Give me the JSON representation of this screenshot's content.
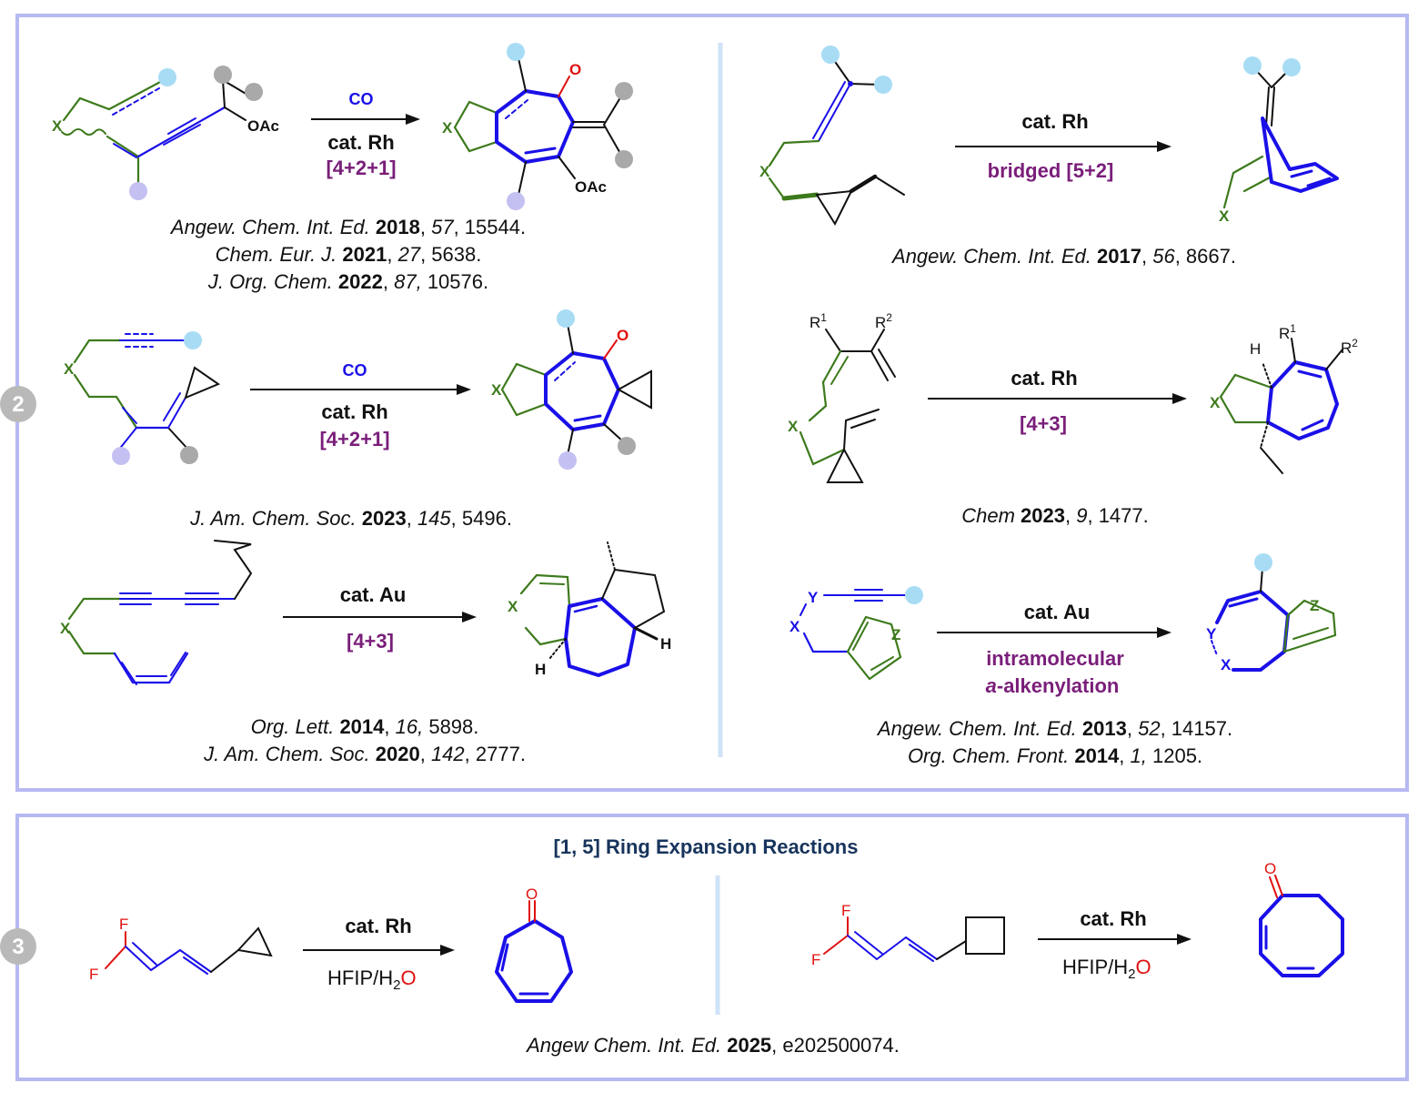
{
  "colors": {
    "frame": "#b7b9f2",
    "divider": "#cfe3f7",
    "green": "#3d7a1c",
    "blue": "#1a10e8",
    "purple": "#7a1e7a",
    "red": "#e01010",
    "navy": "#17345c",
    "dot_cyan": "#a8dcf5",
    "dot_lavender": "#c4c0f2",
    "dot_gray": "#a9a9a9",
    "badge": "#b9b9b9"
  },
  "badges": [
    "2",
    "3"
  ],
  "panel2": {
    "r1": {
      "reagent": "CO",
      "catalyst": "cat. Rh",
      "type": "[4+2+1]",
      "atoms": [
        "X",
        "OAc",
        "X",
        "O",
        "OAc"
      ],
      "refs": [
        [
          "Angew. Chem. Int. Ed. ",
          "2018",
          ", ",
          "57",
          ", 15544."
        ],
        [
          "Chem. Eur. J. ",
          "2021",
          ", ",
          "27",
          ", 5638."
        ],
        [
          "J. Org. Chem. ",
          "2022",
          ", ",
          "87,",
          " 10576."
        ]
      ]
    },
    "r2": {
      "reagent": "CO",
      "catalyst": "cat. Rh",
      "type": "[4+2+1]",
      "atoms": [
        "X",
        "X",
        "O"
      ],
      "refs": [
        [
          "J. Am. Chem. Soc. ",
          "2023",
          ", ",
          "145",
          ", 5496."
        ]
      ]
    },
    "r3": {
      "catalyst": "cat. Au",
      "type": "[4+3]",
      "atoms": [
        "X",
        "X",
        "H",
        "H"
      ],
      "refs": [
        [
          "Org. Lett. ",
          "2014",
          ", ",
          "16,",
          " 5898."
        ],
        [
          "J. Am. Chem. Soc. ",
          "2020",
          ", ",
          "142",
          ", 2777."
        ]
      ]
    },
    "r4": {
      "catalyst": "cat. Rh",
      "type": "bridged [5+2]",
      "atoms": [
        "X",
        "X"
      ],
      "refs": [
        [
          "Angew. Chem. Int. Ed. ",
          "2017",
          ", ",
          "56",
          ", 8667."
        ]
      ]
    },
    "r5": {
      "catalyst": "cat. Rh",
      "type": "[4+3]",
      "atoms": [
        "R",
        "1",
        "R",
        "2",
        "X",
        "X",
        "H",
        "R",
        "1",
        "R",
        "2"
      ],
      "refs": [
        [
          "Chem ",
          "2023",
          ", ",
          "9",
          ", 1477."
        ]
      ]
    },
    "r6": {
      "catalyst": "cat. Au",
      "type_line1": "intramolecular",
      "type_line2_a": "a",
      "type_line2_b": "-alkenylation",
      "atoms": [
        "Y",
        "X",
        "Z",
        "Y",
        "X",
        "Z"
      ],
      "refs": [
        [
          "Angew. Chem. Int. Ed. ",
          "2013",
          ", ",
          "52",
          ", 14157."
        ],
        [
          "Org. Chem. Front. ",
          "2014",
          ", ",
          "1,",
          " 1205."
        ]
      ]
    }
  },
  "panel3": {
    "title": "[1, 5] Ring Expansion Reactions",
    "left": {
      "catalyst": "cat. Rh",
      "solvent": "HFIP/H",
      "solvent_sub": "2",
      "solvent_o": "O",
      "atoms": [
        "F",
        "F",
        "O"
      ]
    },
    "right": {
      "catalyst": "cat. Rh",
      "solvent": "HFIP/H",
      "solvent_sub": "2",
      "solvent_o": "O",
      "atoms": [
        "F",
        "F",
        "O"
      ]
    },
    "ref": [
      "Angew Chem. Int. Ed. ",
      "2025",
      ", e202500074."
    ]
  }
}
